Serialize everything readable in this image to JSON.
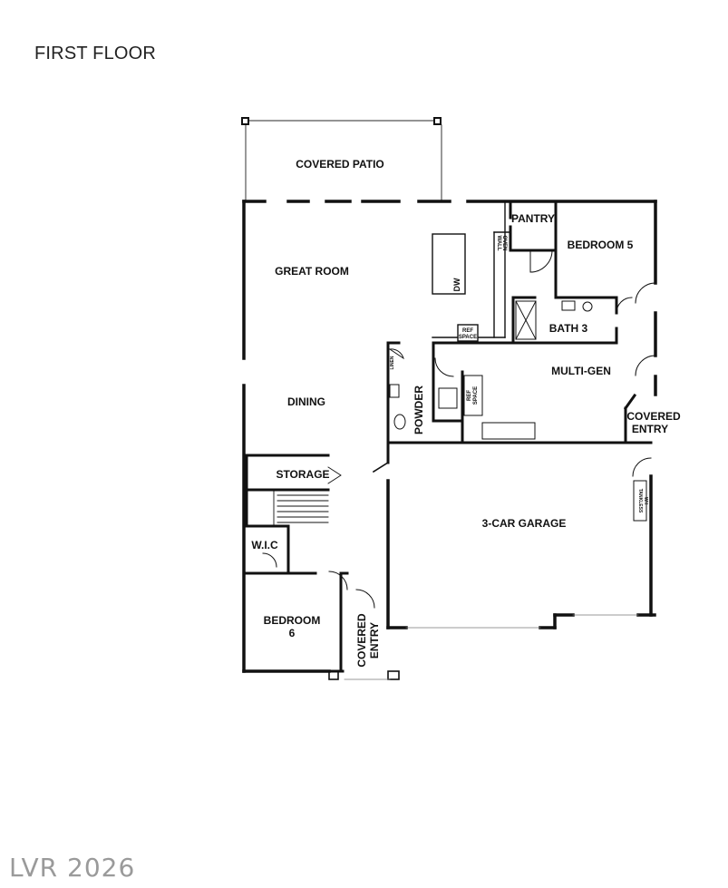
{
  "plan": {
    "title": "FIRST FLOOR",
    "watermark": "LVR 2026"
  },
  "rooms": {
    "covered_patio": "COVERED PATIO",
    "pantry": "PANTRY",
    "bedroom5": "BEDROOM 5",
    "great_room": "GREAT ROOM",
    "bath3": "BATH 3",
    "multi_gen": "MULTI-GEN",
    "dining": "DINING",
    "powder": "POWDER",
    "covered_entry_right_1": "COVERED",
    "covered_entry_right_2": "ENTRY",
    "storage": "STORAGE",
    "garage": "3-CAR GARAGE",
    "wic": "W.I.C",
    "bedroom6_1": "BEDROOM",
    "bedroom6_2": "6",
    "covered_entry_front_1": "COVERED",
    "covered_entry_front_2": "ENTRY"
  },
  "fixtures": {
    "dw": "DW",
    "wall_oven_1": "WALL",
    "wall_oven_2": "OVEN",
    "ref_space_1": "REF",
    "ref_space_2": "SPACE",
    "linen": "LINEN",
    "tankless_1": "TANKLESS",
    "tankless_2": "WH"
  }
}
